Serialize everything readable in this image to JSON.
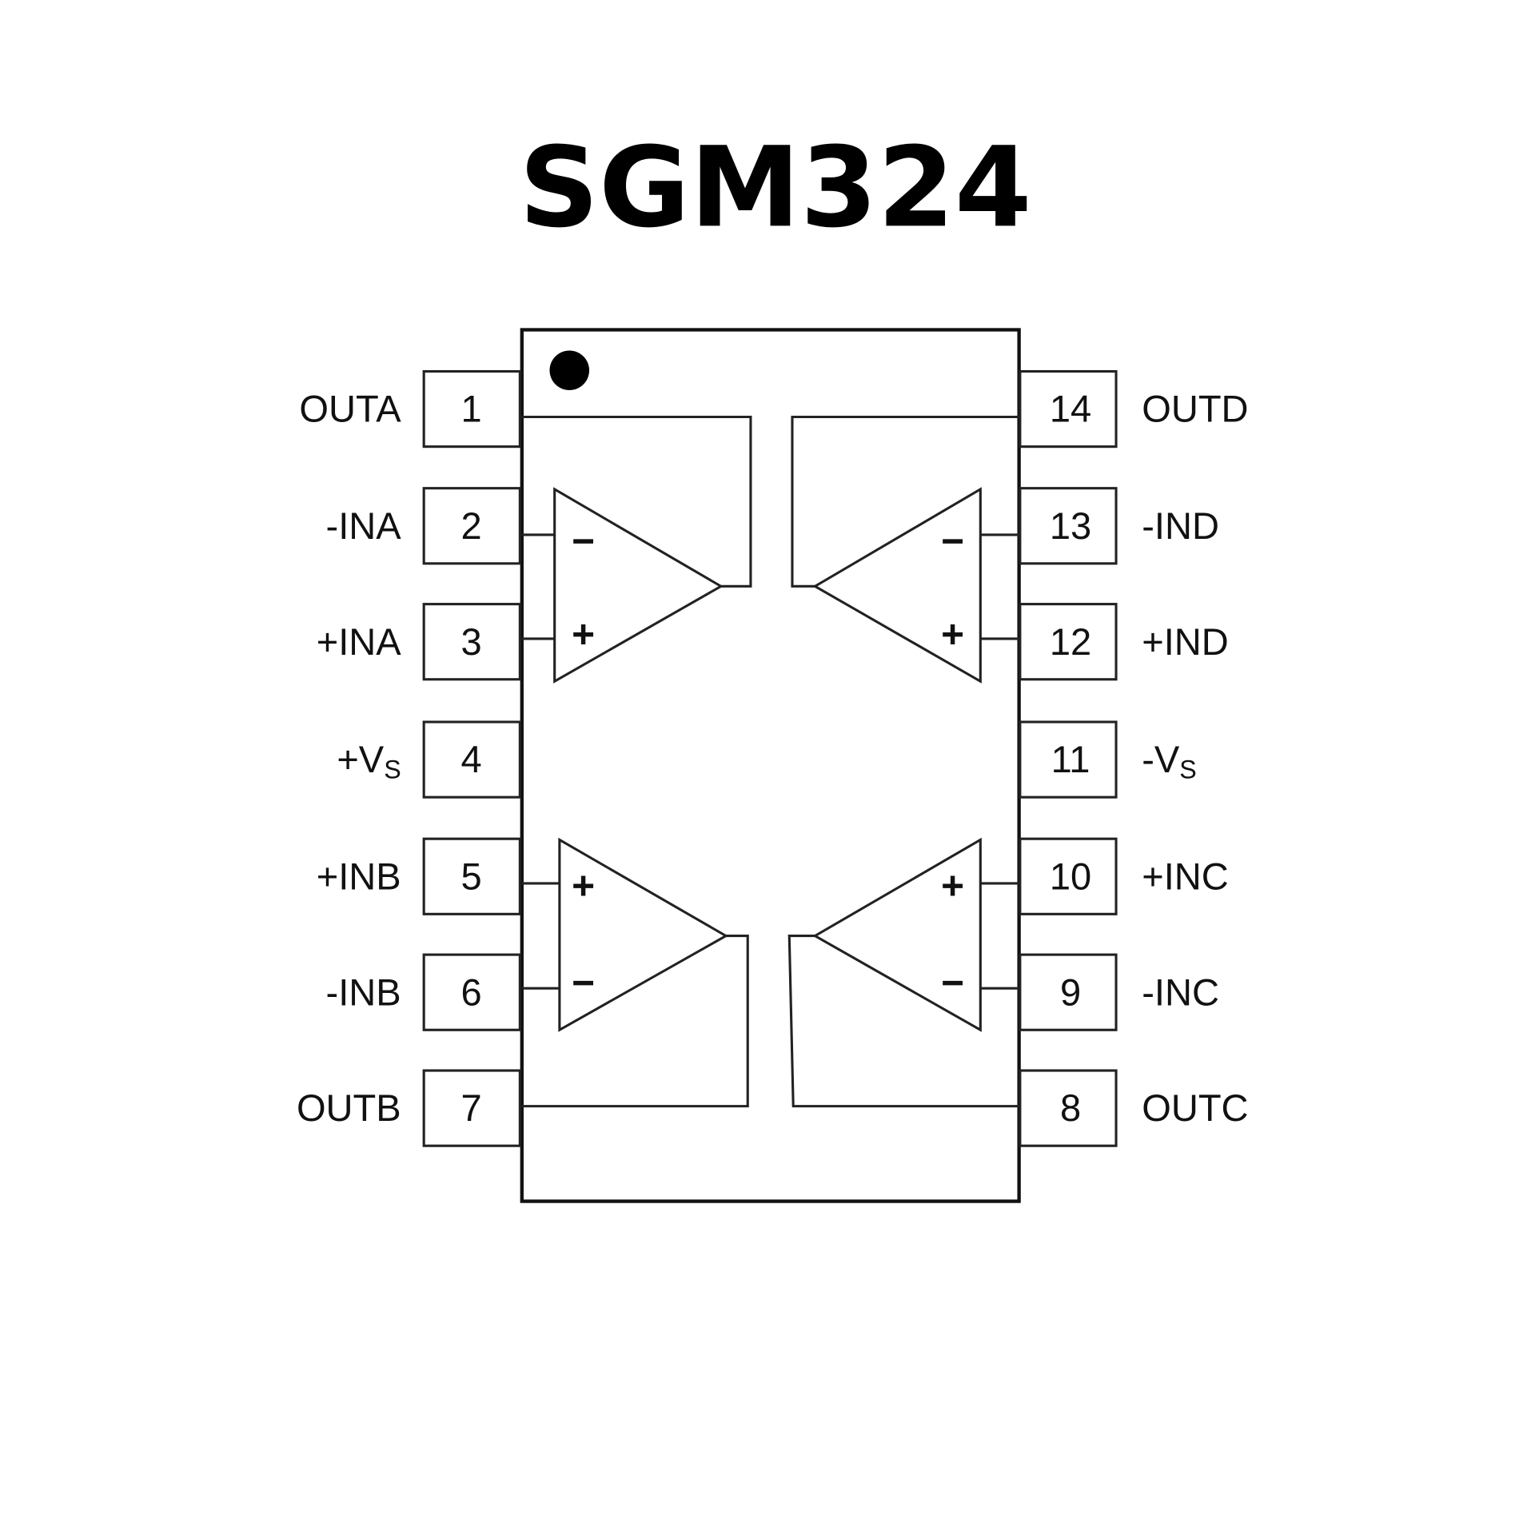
{
  "title": "SGM324",
  "pins": [
    {
      "num": "1",
      "label": "OUTA"
    },
    {
      "num": "2",
      "label": "-INA"
    },
    {
      "num": "3",
      "label": "+INA"
    },
    {
      "num": "4",
      "label": "+V",
      "sub": "S"
    },
    {
      "num": "5",
      "label": "+INB"
    },
    {
      "num": "6",
      "label": "-INB"
    },
    {
      "num": "7",
      "label": "OUTB"
    },
    {
      "num": "8",
      "label": "OUTC"
    },
    {
      "num": "9",
      "label": "-INC"
    },
    {
      "num": "10",
      "label": "+INC"
    },
    {
      "num": "11",
      "label": "-V",
      "sub": "S"
    },
    {
      "num": "12",
      "label": "+IND"
    },
    {
      "num": "13",
      "label": "-IND"
    },
    {
      "num": "14",
      "label": "OUTD"
    }
  ],
  "signs": {
    "plus": "+",
    "minus": "−"
  }
}
